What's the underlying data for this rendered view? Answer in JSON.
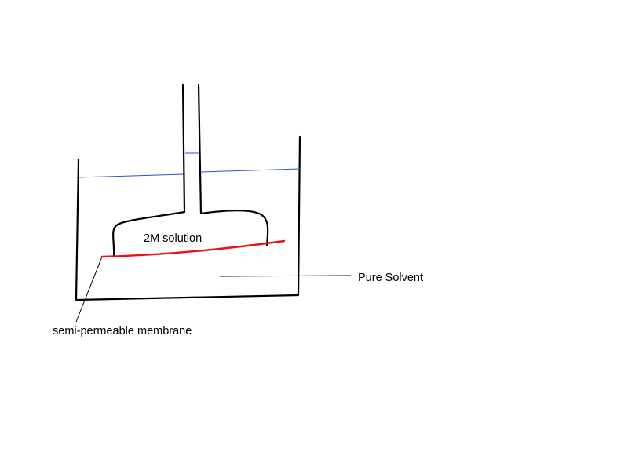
{
  "labels": {
    "solution": "2M solution",
    "solvent": "Pure Solvent",
    "membrane": "semi-permeable membrane"
  },
  "colors": {
    "outline": "#000000",
    "water_level": "#2b50c8",
    "membrane": "#ee1111"
  }
}
